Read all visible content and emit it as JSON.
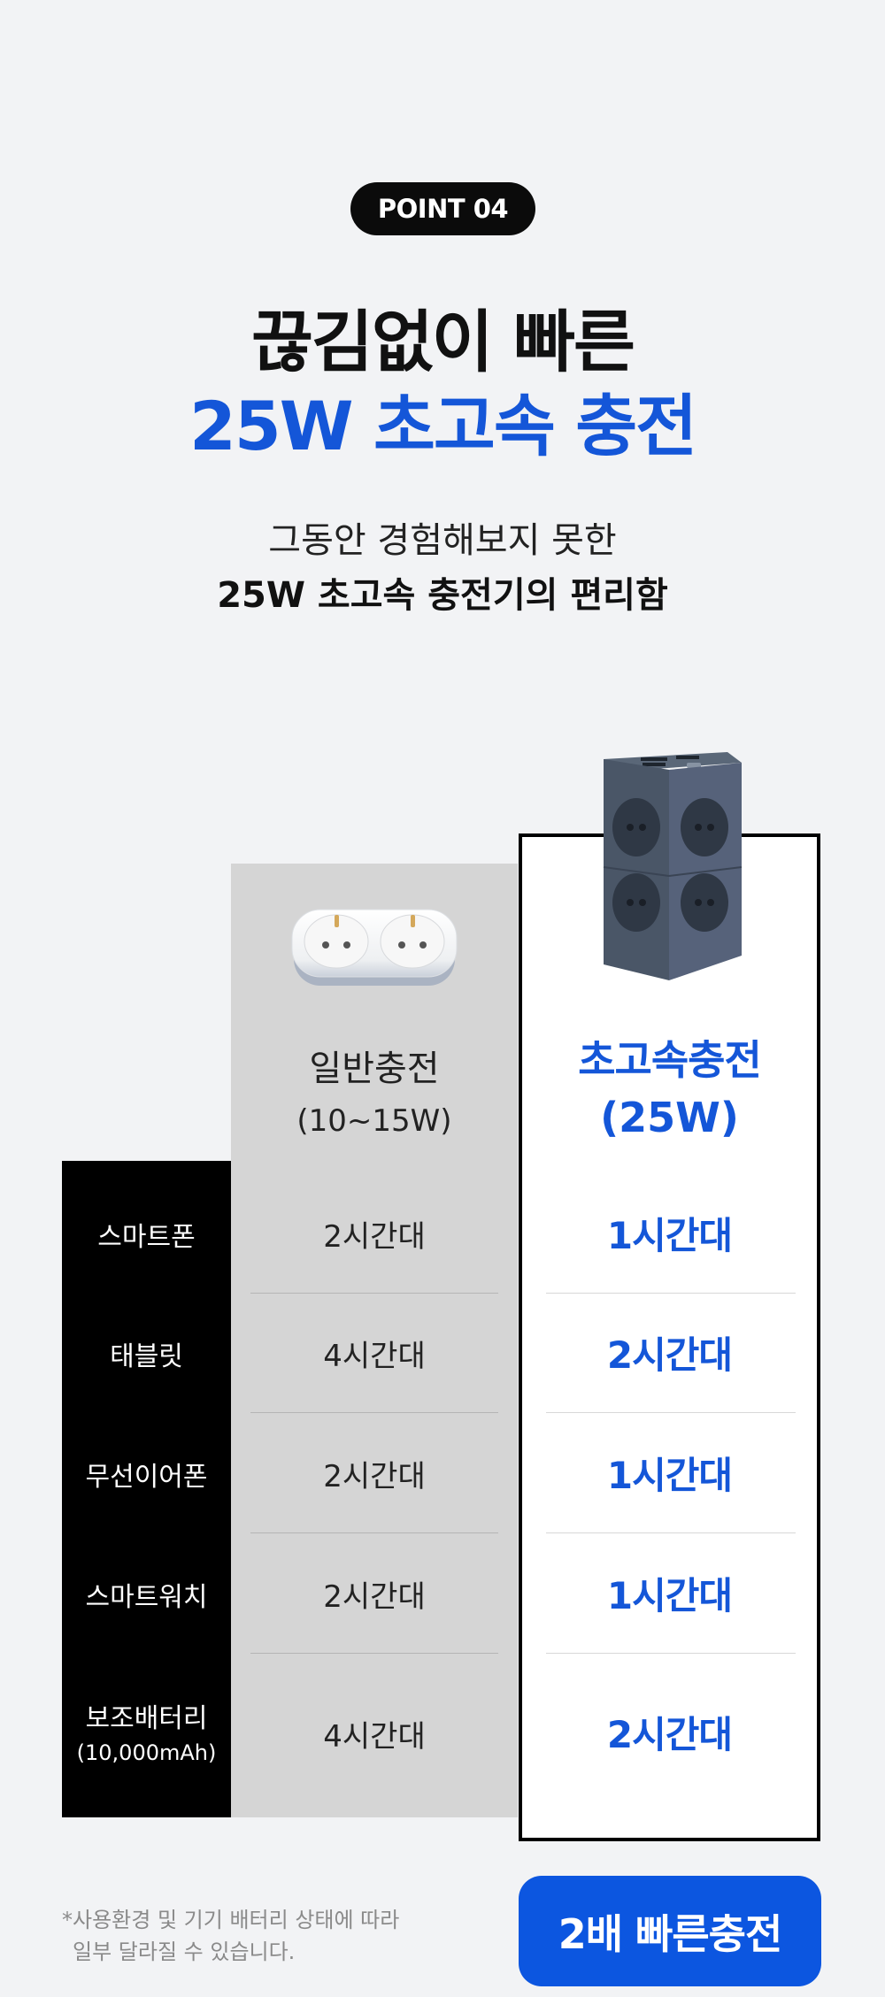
{
  "badge": "POINT 04",
  "headline": {
    "line1": "끊김없이 빠른",
    "line2": "25W 초고속 충전"
  },
  "subtitle": {
    "line1": "그동안 경험해보지 못한",
    "line2": "25W 초고속 충전기의 편리함"
  },
  "colors": {
    "accent": "#1456d8",
    "cta": "#0c56e0",
    "dark": "#000000",
    "normal_col": "#d5d5d5"
  },
  "comparison": {
    "normal": {
      "name": "일반충전",
      "spec": "(10~15W)",
      "image": "double-socket-plug-icon"
    },
    "fast": {
      "name": "초고속충전",
      "spec": "(25W)",
      "image": "tower-power-strip-icon"
    },
    "rows": [
      {
        "label": "스마트폰",
        "sub": "",
        "normal": "2시간대",
        "fast": "1시간대"
      },
      {
        "label": "태블릿",
        "sub": "",
        "normal": "4시간대",
        "fast": "2시간대"
      },
      {
        "label": "무선이어폰",
        "sub": "",
        "normal": "2시간대",
        "fast": "1시간대"
      },
      {
        "label": "스마트워치",
        "sub": "",
        "normal": "2시간대",
        "fast": "1시간대"
      },
      {
        "label": "보조배터리",
        "sub": "(10,000mAh)",
        "normal": "4시간대",
        "fast": "2시간대"
      }
    ]
  },
  "footnote": {
    "line1": "*사용환경 및 기기 배터리 상태에 따라",
    "line2": "일부 달라질 수 있습니다."
  },
  "cta": "2배 빠른충전"
}
